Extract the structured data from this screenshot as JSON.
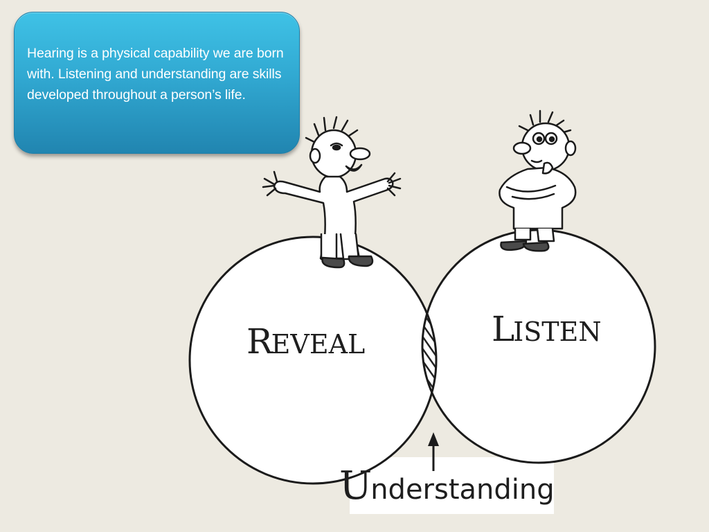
{
  "slide": {
    "callout_text": "Hearing is a physical capability we are born with.  Listening and understanding are skills developed throughout a person’s life."
  },
  "cartoon": {
    "left_circle_label": "Reveal",
    "left_cap": "R",
    "left_rest": "EVEAL",
    "right_circle_label": "Listen",
    "right_cap": "L",
    "right_rest": "ISTEN",
    "bottom_label": "Understanding",
    "bottom_cap": "U",
    "bottom_rest": "nderstanding"
  }
}
